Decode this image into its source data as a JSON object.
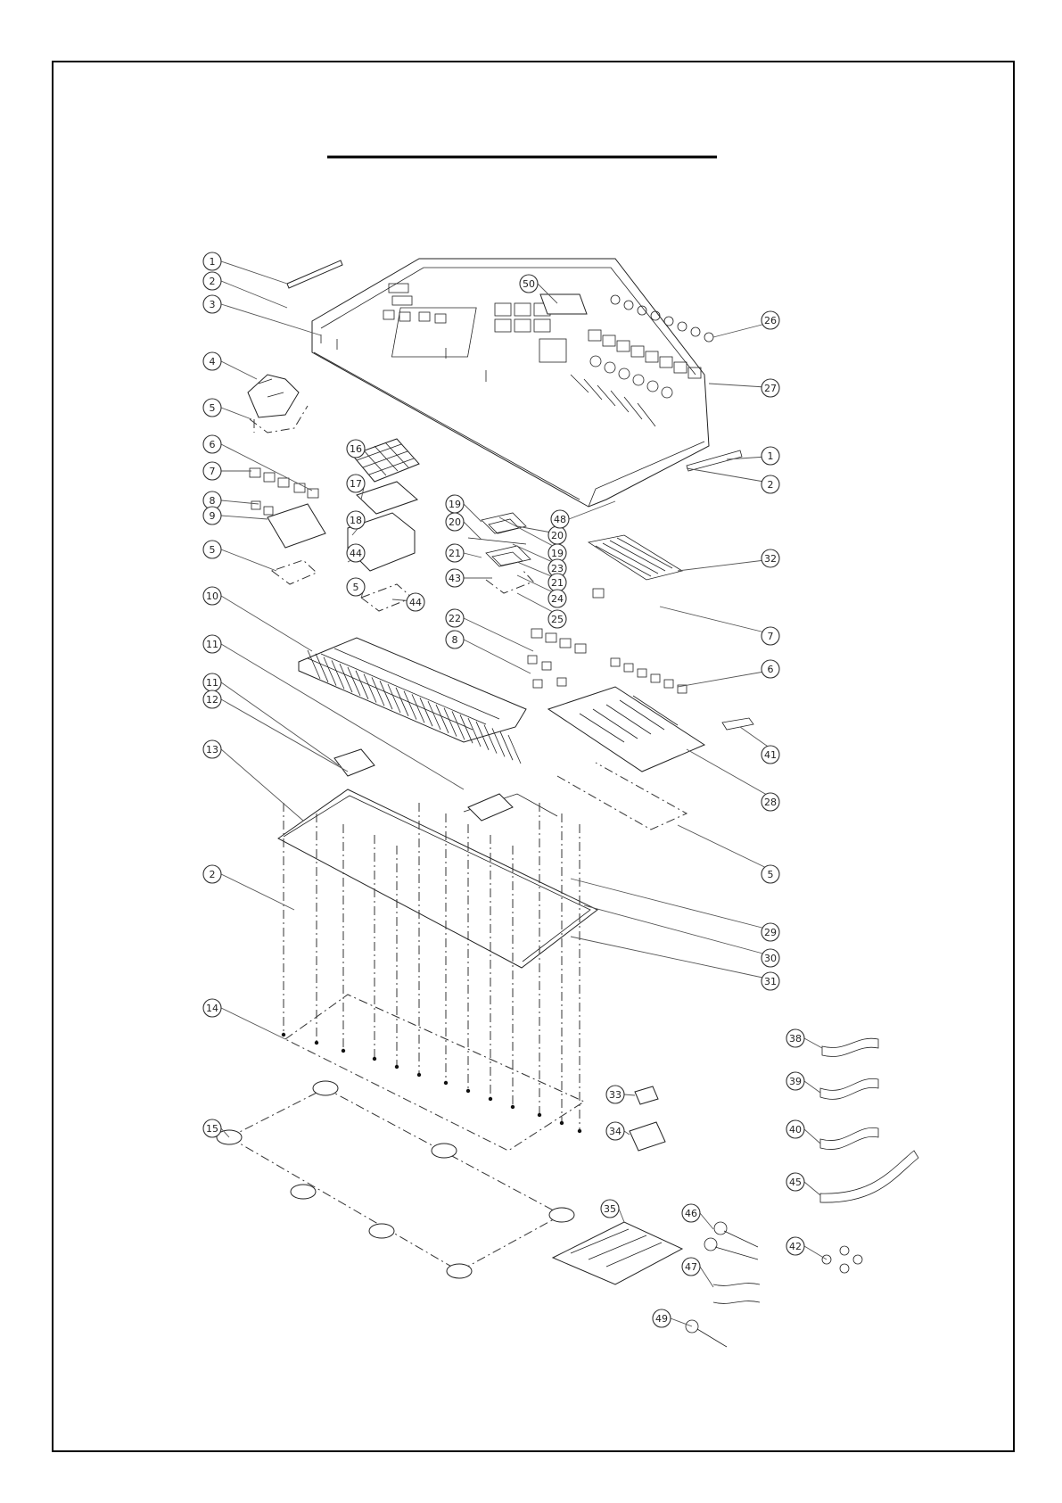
{
  "drawing": {
    "title_text": "",
    "callouts": [
      {
        "label": "1"
      },
      {
        "label": "2"
      },
      {
        "label": "3"
      },
      {
        "label": "4"
      },
      {
        "label": "5"
      },
      {
        "label": "6"
      },
      {
        "label": "7"
      },
      {
        "label": "8"
      },
      {
        "label": "9"
      },
      {
        "label": "5"
      },
      {
        "label": "10"
      },
      {
        "label": "11"
      },
      {
        "label": "11"
      },
      {
        "label": "12"
      },
      {
        "label": "13"
      },
      {
        "label": "2"
      },
      {
        "label": "14"
      },
      {
        "label": "15"
      },
      {
        "label": "16"
      },
      {
        "label": "17"
      },
      {
        "label": "18"
      },
      {
        "label": "44"
      },
      {
        "label": "5"
      },
      {
        "label": "44"
      },
      {
        "label": "19"
      },
      {
        "label": "20"
      },
      {
        "label": "21"
      },
      {
        "label": "43"
      },
      {
        "label": "22"
      },
      {
        "label": "8"
      },
      {
        "label": "20"
      },
      {
        "label": "19"
      },
      {
        "label": "23"
      },
      {
        "label": "21"
      },
      {
        "label": "24"
      },
      {
        "label": "25"
      },
      {
        "label": "50"
      },
      {
        "label": "26"
      },
      {
        "label": "27"
      },
      {
        "label": "1"
      },
      {
        "label": "2"
      },
      {
        "label": "48"
      },
      {
        "label": "32"
      },
      {
        "label": "7"
      },
      {
        "label": "6"
      },
      {
        "label": "41"
      },
      {
        "label": "28"
      },
      {
        "label": "5"
      },
      {
        "label": "29"
      },
      {
        "label": "30"
      },
      {
        "label": "31"
      },
      {
        "label": "33"
      },
      {
        "label": "34"
      },
      {
        "label": "35"
      },
      {
        "label": "46"
      },
      {
        "label": "47"
      },
      {
        "label": "49"
      },
      {
        "label": "38"
      },
      {
        "label": "39"
      },
      {
        "label": "40"
      },
      {
        "label": "45"
      },
      {
        "label": "42"
      }
    ]
  }
}
